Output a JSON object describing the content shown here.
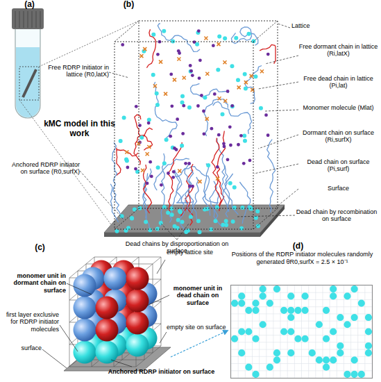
{
  "diagram": {
    "nodes": [
      {
        "text": [
          "Positions of the RDRP initiator molecules randomly generated θR0,surfX = 2.5 × 10⁻¹"
        ]
      }
    ],
    "labels": [
      "(a)",
      "(b)",
      "Lattice",
      "Free dormant chain in lattice (Ri,latX)",
      "Free dead chain in lattice (Pi,lat)",
      "Monomer molecule (Mlat)",
      "Dormant chain on surface (Ri,surfX)",
      "Dead chain on surface (Pi,surf)",
      "Surface",
      "Dead chain by recombination on surface",
      "Dead chains by disproportionation on surface",
      "Anchored RDRP initiator on surface (R0,surfX)",
      "Free RDRP Initiator in lattice (R0,latX)",
      "kMC model in this work",
      "(c)",
      "monomer unit in dormant chain on surface",
      "empty lattice site",
      "monomer unit in dead chain on surface",
      "first layer exclusive for RDRP initiator molecules",
      "surface",
      "empty site on surface",
      "Anchored RDRP initiator on surface",
      "(d)"
    ]
  }
}
